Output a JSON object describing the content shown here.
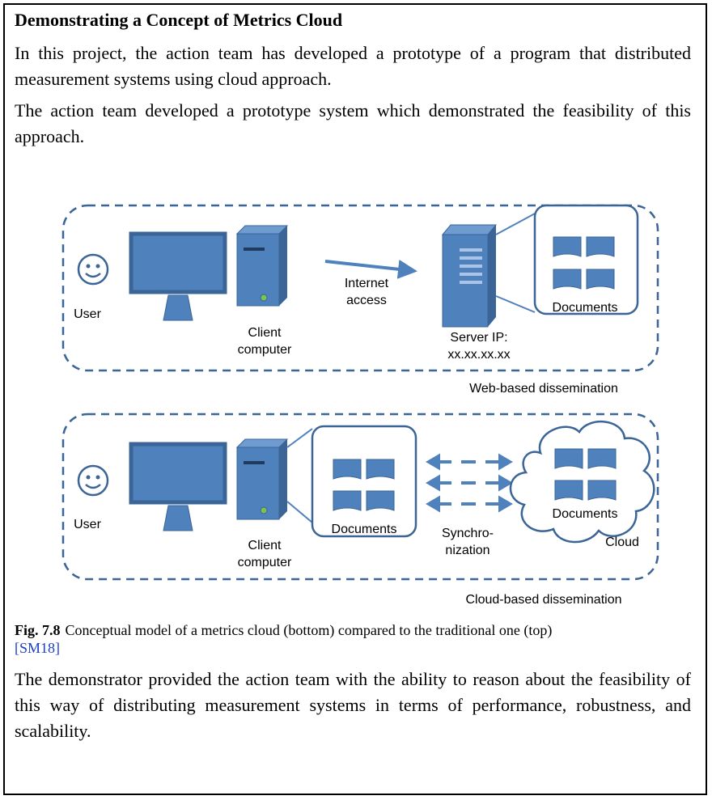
{
  "box": {
    "title": "Demonstrating a Concept of Metrics Cloud",
    "paragraph1": "In this project, the action team has developed a prototype of a program that distributed measurement systems using cloud approach.",
    "paragraph2": "The action team developed a prototype system which demonstrated the feasibility of this approach.",
    "paragraph3": "The demonstrator provided the action team with the ability to reason about the feasibility of this way of distributing measurement systems in terms of performance, robustness, and scalability."
  },
  "figure": {
    "top": {
      "user_label": "User",
      "client_label_1": "Client",
      "client_label_2": "computer",
      "internet_label_1": "Internet",
      "internet_label_2": "access",
      "server_label_1": "Server IP:",
      "server_label_2": "xx.xx.xx.xx",
      "documents_label": "Documents",
      "panel_label": "Web-based dissemination"
    },
    "bottom": {
      "user_label": "User",
      "client_label_1": "Client",
      "client_label_2": "computer",
      "documents_label": "Documents",
      "sync_label_1": "Synchro-",
      "sync_label_2": "nization",
      "cloud_documents_label": "Documents",
      "cloud_label": "Cloud",
      "panel_label": "Cloud-based dissemination"
    },
    "caption_number": "Fig. 7.8",
    "caption_text": "Conceptual model of a metrics cloud (bottom) compared to the traditional one (top)",
    "caption_citation": "[SM18]",
    "colors": {
      "fill": "#4f81bd",
      "dark": "#3a6596",
      "citation": "#1a3ec8"
    }
  }
}
